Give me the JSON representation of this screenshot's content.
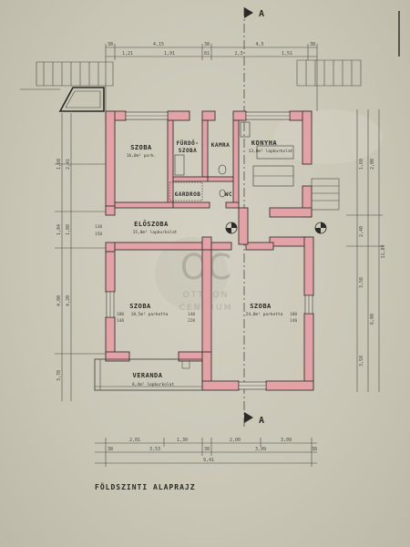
{
  "drawing": {
    "title": "FÖLDSZINTI ALAPRAJZ",
    "section_marker": "A",
    "watermark": {
      "mark": "OC",
      "line1": "OTTHON",
      "line2": "CENTRUM"
    }
  },
  "rooms": [
    {
      "id": "szoba-nw",
      "name": "SZOBA",
      "area": "16,0m² park."
    },
    {
      "id": "furdoszoba",
      "name": "FÜRDŐ-",
      "name2": "SZOBA"
    },
    {
      "id": "kamra",
      "name": "KAMRA"
    },
    {
      "id": "konyha",
      "name": "KONYHA",
      "area": "13,0m² lapburkolat"
    },
    {
      "id": "gardrob",
      "name": "GARDROB"
    },
    {
      "id": "wc",
      "name": "WC"
    },
    {
      "id": "eloszoba",
      "name": "ELŐSZOBA",
      "area": "15,0m² lapburkolat"
    },
    {
      "id": "szoba-sw",
      "name": "SZOBA",
      "area": "18,5m² parketta"
    },
    {
      "id": "szoba-se",
      "name": "SZOBA",
      "area": "24,0m² parketta"
    },
    {
      "id": "veranda",
      "name": "VERANDA",
      "area": "8,4m² lapburkolat"
    }
  ],
  "dimensions": {
    "top_row1": [
      "38",
      "4,15",
      "38",
      "4,5",
      "38"
    ],
    "top_row2": [
      "1,21",
      "1,91",
      "81",
      "2,3",
      "1,51"
    ],
    "bottom_row1": [
      "2,01",
      "1,30",
      "2,00",
      "3,09"
    ],
    "bottom_row2": [
      "38",
      "3,53",
      "38",
      "3,99",
      "38"
    ],
    "bottom_total": "9,41",
    "left": [
      "1,60",
      "2,41",
      "1,04",
      "1,08",
      "4,00",
      "4,20",
      "3,70"
    ],
    "right": [
      "1,60",
      "2,00",
      "2,40",
      "3,58",
      "6,00",
      "3,58",
      "11,80"
    ],
    "openings": [
      "130",
      "150",
      "180",
      "140",
      "140",
      "220",
      "180",
      "140"
    ]
  }
}
